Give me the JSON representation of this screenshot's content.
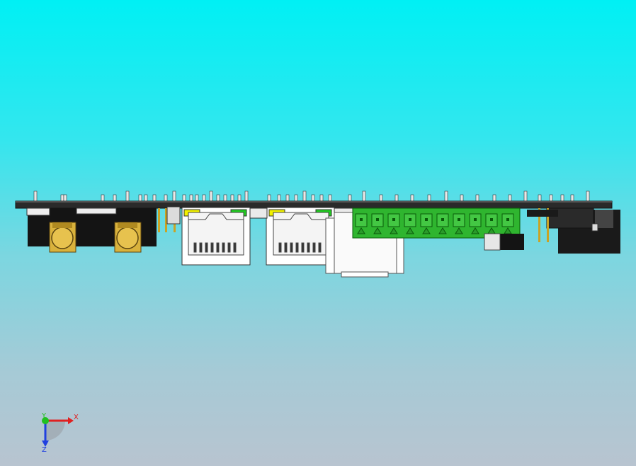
{
  "viewport": {
    "background_top": "#00f0f4",
    "background_bottom": "#b8c4d0"
  },
  "board": {
    "pcb_color": "#2a2a2a",
    "rj45_led_yellow": "#f2f200",
    "rj45_led_green": "#22cc22",
    "terminal_block_color": "#2fb52f",
    "terminal_count": 10,
    "coax_color": "#d9b23c"
  },
  "triad": {
    "x_label": "X",
    "y_label": "Y",
    "z_label": "Z",
    "x_color": "#e02020",
    "y_color": "#20c020",
    "z_color": "#2040e0"
  }
}
